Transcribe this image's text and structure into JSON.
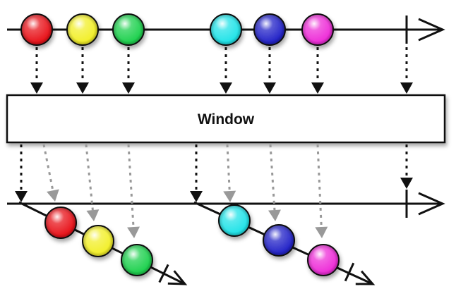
{
  "operator": {
    "label": "Window"
  },
  "colors": {
    "red": "#e8141b",
    "yellow": "#f2ef2a",
    "green": "#1fd14f",
    "cyan": "#22e3e8",
    "blue": "#2424c8",
    "magenta": "#ee2ed8",
    "line": "#111111",
    "gray_arrow": "#999999"
  },
  "source": {
    "items": [
      {
        "name": "red-marble",
        "color": "red"
      },
      {
        "name": "yellow-marble",
        "color": "yellow"
      },
      {
        "name": "green-marble",
        "color": "green"
      },
      {
        "name": "cyan-marble",
        "color": "cyan"
      },
      {
        "name": "blue-marble",
        "color": "blue"
      },
      {
        "name": "magenta-marble",
        "color": "magenta"
      }
    ],
    "completes": true
  },
  "output": {
    "windows": [
      {
        "items": [
          "red",
          "yellow",
          "green"
        ],
        "completes": true
      },
      {
        "items": [
          "cyan",
          "blue",
          "magenta"
        ],
        "completes": true
      }
    ],
    "completes": true
  }
}
